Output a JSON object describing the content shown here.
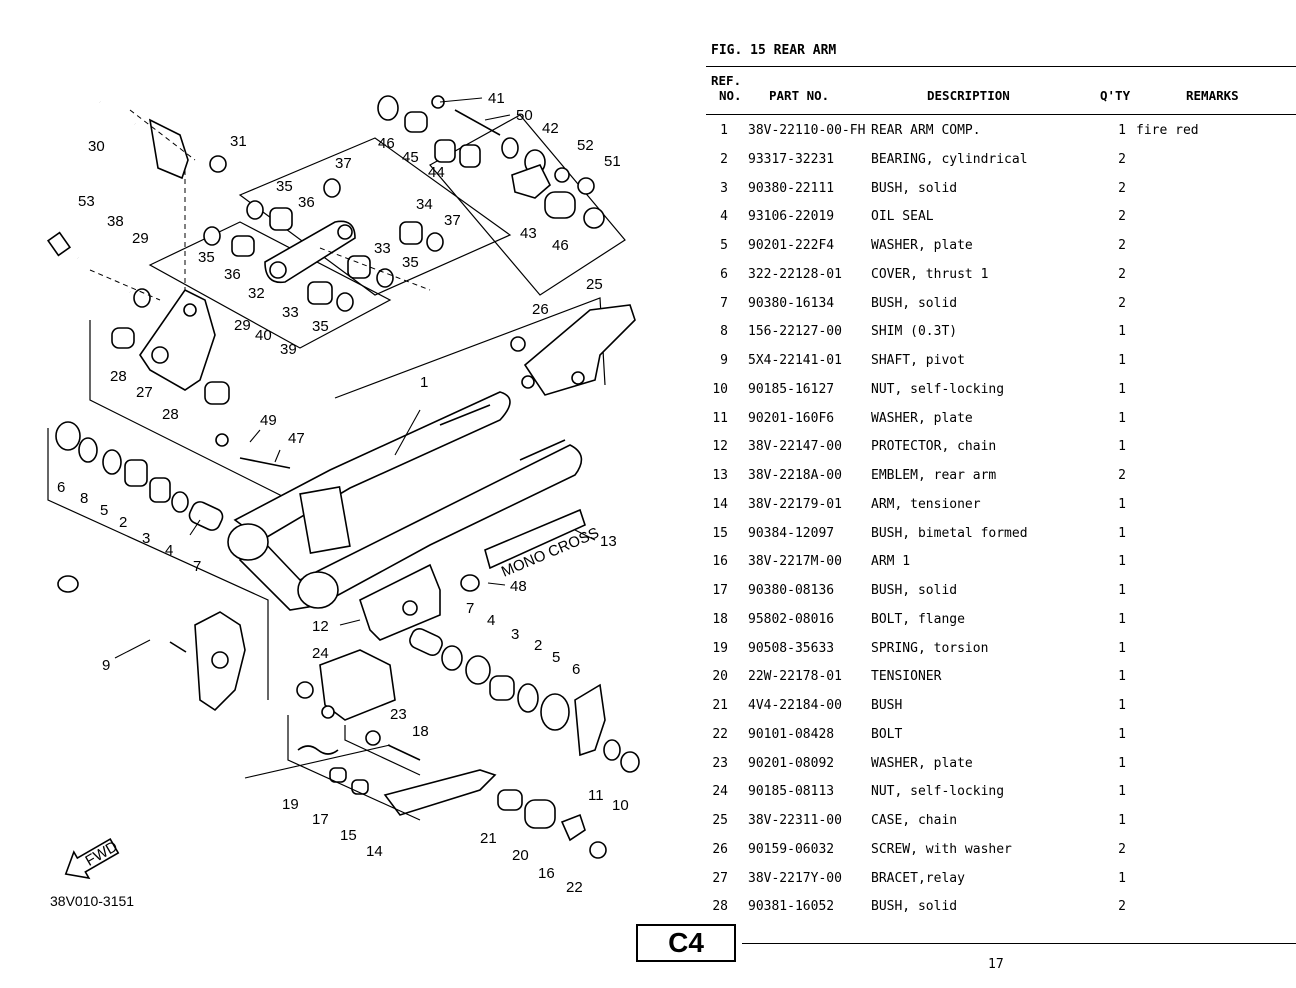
{
  "figure_title": "FIG. 15  REAR ARM",
  "headers": {
    "ref_line1": "REF.",
    "ref_line2": "NO.",
    "part_no": "PART NO.",
    "description": "DESCRIPTION",
    "qty": "Q'TY",
    "remarks": "REMARKS"
  },
  "parts": [
    {
      "ref": "1",
      "part_no": "38V-22110-00-FH",
      "description": "REAR ARM COMP.",
      "qty": "1",
      "remarks": "fire red"
    },
    {
      "ref": "2",
      "part_no": "93317-32231",
      "description": "BEARING, cylindrical",
      "qty": "2",
      "remarks": ""
    },
    {
      "ref": "3",
      "part_no": "90380-22111",
      "description": "BUSH, solid",
      "qty": "2",
      "remarks": ""
    },
    {
      "ref": "4",
      "part_no": "93106-22019",
      "description": "OIL SEAL",
      "qty": "2",
      "remarks": ""
    },
    {
      "ref": "5",
      "part_no": "90201-222F4",
      "description": "WASHER, plate",
      "qty": "2",
      "remarks": ""
    },
    {
      "ref": "6",
      "part_no": "322-22128-01",
      "description": "COVER, thrust 1",
      "qty": "2",
      "remarks": ""
    },
    {
      "ref": "7",
      "part_no": "90380-16134",
      "description": "BUSH, solid",
      "qty": "2",
      "remarks": ""
    },
    {
      "ref": "8",
      "part_no": "156-22127-00",
      "description": "SHIM (0.3T)",
      "qty": "1",
      "remarks": ""
    },
    {
      "ref": "9",
      "part_no": "5X4-22141-01",
      "description": "SHAFT, pivot",
      "qty": "1",
      "remarks": ""
    },
    {
      "ref": "10",
      "part_no": "90185-16127",
      "description": "NUT, self-locking",
      "qty": "1",
      "remarks": ""
    },
    {
      "ref": "11",
      "part_no": "90201-160F6",
      "description": "WASHER, plate",
      "qty": "1",
      "remarks": ""
    },
    {
      "ref": "12",
      "part_no": "38V-22147-00",
      "description": "PROTECTOR, chain",
      "qty": "1",
      "remarks": ""
    },
    {
      "ref": "13",
      "part_no": "38V-2218A-00",
      "description": "EMBLEM, rear arm",
      "qty": "2",
      "remarks": ""
    },
    {
      "ref": "14",
      "part_no": "38V-22179-01",
      "description": "ARM, tensioner",
      "qty": "1",
      "remarks": ""
    },
    {
      "ref": "15",
      "part_no": "90384-12097",
      "description": "BUSH, bimetal formed",
      "qty": "1",
      "remarks": ""
    },
    {
      "ref": "16",
      "part_no": "38V-2217M-00",
      "description": "ARM 1",
      "qty": "1",
      "remarks": ""
    },
    {
      "ref": "17",
      "part_no": "90380-08136",
      "description": "BUSH, solid",
      "qty": "1",
      "remarks": ""
    },
    {
      "ref": "18",
      "part_no": "95802-08016",
      "description": "BOLT, flange",
      "qty": "1",
      "remarks": ""
    },
    {
      "ref": "19",
      "part_no": "90508-35633",
      "description": "SPRING, torsion",
      "qty": "1",
      "remarks": ""
    },
    {
      "ref": "20",
      "part_no": "22W-22178-01",
      "description": "TENSIONER",
      "qty": "1",
      "remarks": ""
    },
    {
      "ref": "21",
      "part_no": "4V4-22184-00",
      "description": "BUSH",
      "qty": "1",
      "remarks": ""
    },
    {
      "ref": "22",
      "part_no": "90101-08428",
      "description": "BOLT",
      "qty": "1",
      "remarks": ""
    },
    {
      "ref": "23",
      "part_no": "90201-08092",
      "description": "WASHER, plate",
      "qty": "1",
      "remarks": ""
    },
    {
      "ref": "24",
      "part_no": "90185-08113",
      "description": "NUT, self-locking",
      "qty": "1",
      "remarks": ""
    },
    {
      "ref": "25",
      "part_no": "38V-22311-00",
      "description": "CASE, chain",
      "qty": "1",
      "remarks": ""
    },
    {
      "ref": "26",
      "part_no": "90159-06032",
      "description": "SCREW, with washer",
      "qty": "2",
      "remarks": ""
    },
    {
      "ref": "27",
      "part_no": "38V-2217Y-00",
      "description": "BRACET,relay",
      "qty": "1",
      "remarks": ""
    },
    {
      "ref": "28",
      "part_no": "90381-16052",
      "description": "BUSH, solid",
      "qty": "2",
      "remarks": ""
    }
  ],
  "diagram": {
    "drawing_code": "38V010-3151",
    "fwd_label": "FWD",
    "emblem_text": "MONO CROSS",
    "callouts": [
      "41",
      "50",
      "46",
      "45",
      "42",
      "44",
      "52",
      "51",
      "30",
      "31",
      "37",
      "35",
      "36",
      "34",
      "37",
      "43",
      "46",
      "53",
      "38",
      "29",
      "35",
      "36",
      "33",
      "35",
      "32",
      "33",
      "35",
      "25",
      "26",
      "28",
      "27",
      "29",
      "40",
      "39",
      "28",
      "1",
      "49",
      "47",
      "6",
      "8",
      "5",
      "2",
      "3",
      "4",
      "7",
      "13",
      "48",
      "9",
      "12",
      "7",
      "4",
      "3",
      "2",
      "5",
      "6",
      "24",
      "23",
      "18",
      "19",
      "17",
      "15",
      "14",
      "21",
      "20",
      "16",
      "22",
      "11",
      "10"
    ]
  },
  "page": {
    "tag": "C4",
    "number": "17"
  }
}
